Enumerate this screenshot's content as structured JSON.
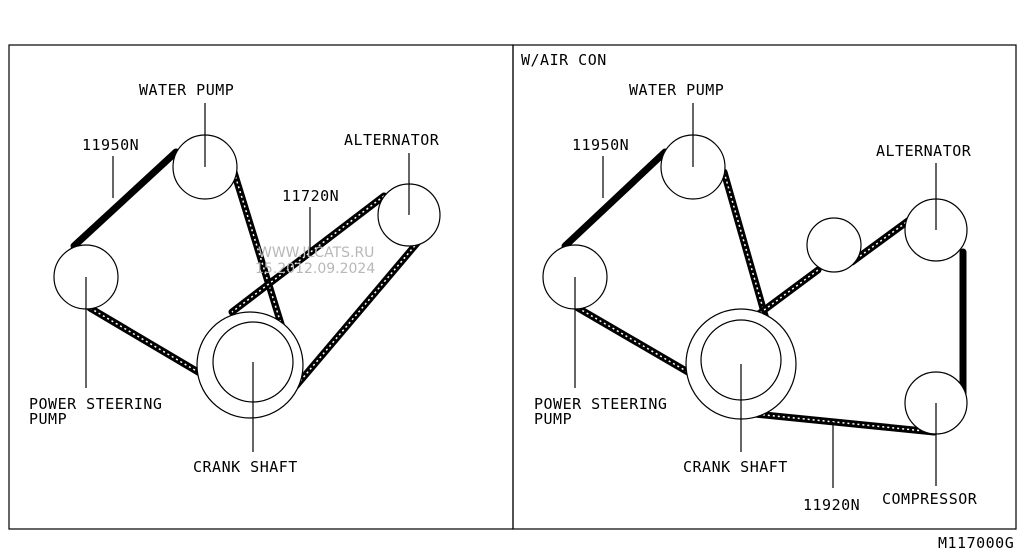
{
  "left_panel": {
    "labels": {
      "water_pump": "WATER PUMP",
      "part_11950n": "11950N",
      "alternator": "ALTERNATOR",
      "part_11720n": "11720N",
      "power_steering_line1": "POWER STEERING",
      "power_steering_line2": "PUMP",
      "crank_shaft": "CRANK SHAFT"
    }
  },
  "right_panel": {
    "heading": "W/AIR CON",
    "labels": {
      "water_pump": "WATER PUMP",
      "part_11950n": "11950N",
      "alternator": "ALTERNATOR",
      "power_steering_line1": "POWER STEERING",
      "power_steering_line2": "PUMP",
      "crank_shaft": "CRANK SHAFT",
      "part_11920n": "11920N",
      "compressor": "COMPRESSOR"
    }
  },
  "watermark": {
    "line1": "WWW.ILCATS.RU",
    "line2": "15.2012.09.2024"
  },
  "figure_code": "M117000G",
  "colors": {
    "ink": "#000000",
    "paper": "#ffffff",
    "watermark": "#b8b8b8"
  }
}
